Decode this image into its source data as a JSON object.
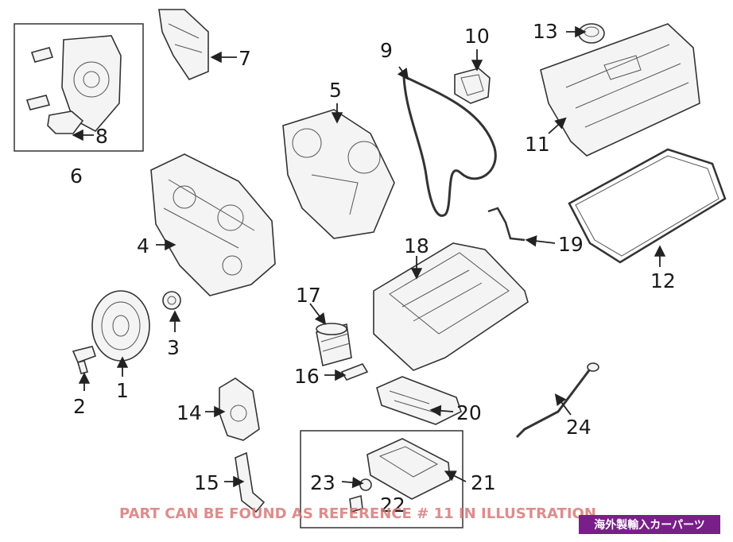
{
  "callouts": {
    "n1": "1",
    "n2": "2",
    "n3": "3",
    "n4": "4",
    "n5": "5",
    "n6": "6",
    "n7": "7",
    "n8": "8",
    "n9": "9",
    "n10": "10",
    "n11": "11",
    "n12": "12",
    "n13": "13",
    "n14": "14",
    "n15": "15",
    "n16": "16",
    "n17": "17",
    "n18": "18",
    "n19": "19",
    "n20": "20",
    "n21": "21",
    "n22": "22",
    "n23": "23",
    "n24": "24"
  },
  "watermark": "PART CAN BE FOUND AS REFERENCE # 11 IN ILLUSTRATION",
  "badge": "海外製輸入カーパーツ"
}
